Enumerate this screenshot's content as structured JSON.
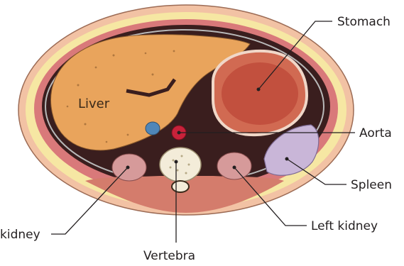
{
  "labels": {
    "stomach": "Stomach",
    "liver": "Liver",
    "aorta": "Aorta",
    "spleen": "Spleen",
    "right_kidney": "kidney",
    "left_kidney": "Left kidney",
    "vertebra": "Vertebra"
  },
  "colors": {
    "skin": "#f2c2a4",
    "fat": "#f6e7a3",
    "muscle": "#d9797a",
    "cavity_dark": "#3a1e1e",
    "liver": "#e9a45c",
    "stomach_wall": "#d16a52",
    "stomach_inner": "#c2503e",
    "aorta": "#c8223a",
    "ivc": "#4f86b8",
    "spleen": "#c9b6d8",
    "kidney": "#d69a9a",
    "bone": "#f3ecd9"
  }
}
